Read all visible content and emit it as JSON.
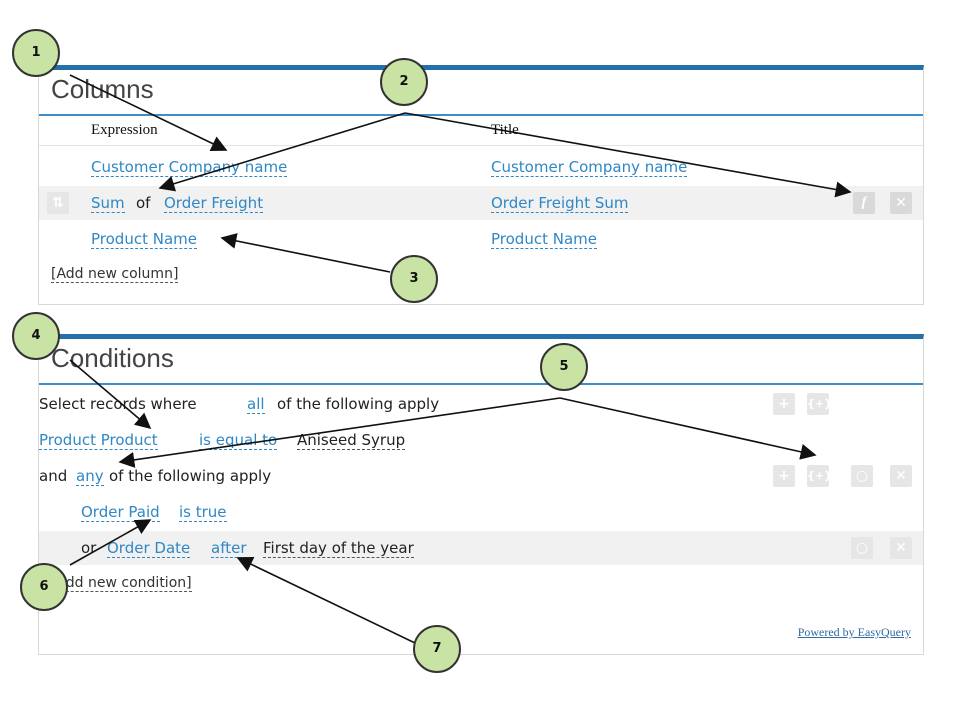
{
  "columns": {
    "title": "Columns",
    "header_expression": "Expression",
    "header_title": "Title",
    "rows": [
      {
        "expr_parts": [
          "Customer Company name"
        ],
        "title": "Customer Company name"
      },
      {
        "func": "Sum",
        "of": "of",
        "field": "Order Freight",
        "title": "Order Freight Sum"
      },
      {
        "expr_parts": [
          "Product Name"
        ],
        "title": "Product Name"
      }
    ],
    "add_label": "[Add new column]",
    "move_icon": "sort-arrows-icon",
    "edit_icon": "function-icon",
    "delete_icon": "close-icon"
  },
  "conditions": {
    "title": "Conditions",
    "select_prefix": "Select records where",
    "select_quantifier": "all",
    "select_suffix": "of the following apply",
    "row1": {
      "field": "Product Product",
      "op": "is equal to",
      "value": "Aniseed Syrup"
    },
    "group": {
      "conj": "and",
      "quantifier": "any",
      "suffix": "of the following apply"
    },
    "row2": {
      "field": "Order Paid",
      "op": "is true"
    },
    "row3": {
      "conj": "or",
      "field": "Order Date",
      "op": "after",
      "value": "First day of the year"
    },
    "add_label": "[Add new condition]",
    "powered": "Powered by EasyQuery"
  },
  "callouts": [
    "1",
    "2",
    "3",
    "4",
    "5",
    "6",
    "7"
  ],
  "colors": {
    "accent": "#2470a8",
    "link": "#2f87c6",
    "callout": "#c9e3a4"
  }
}
